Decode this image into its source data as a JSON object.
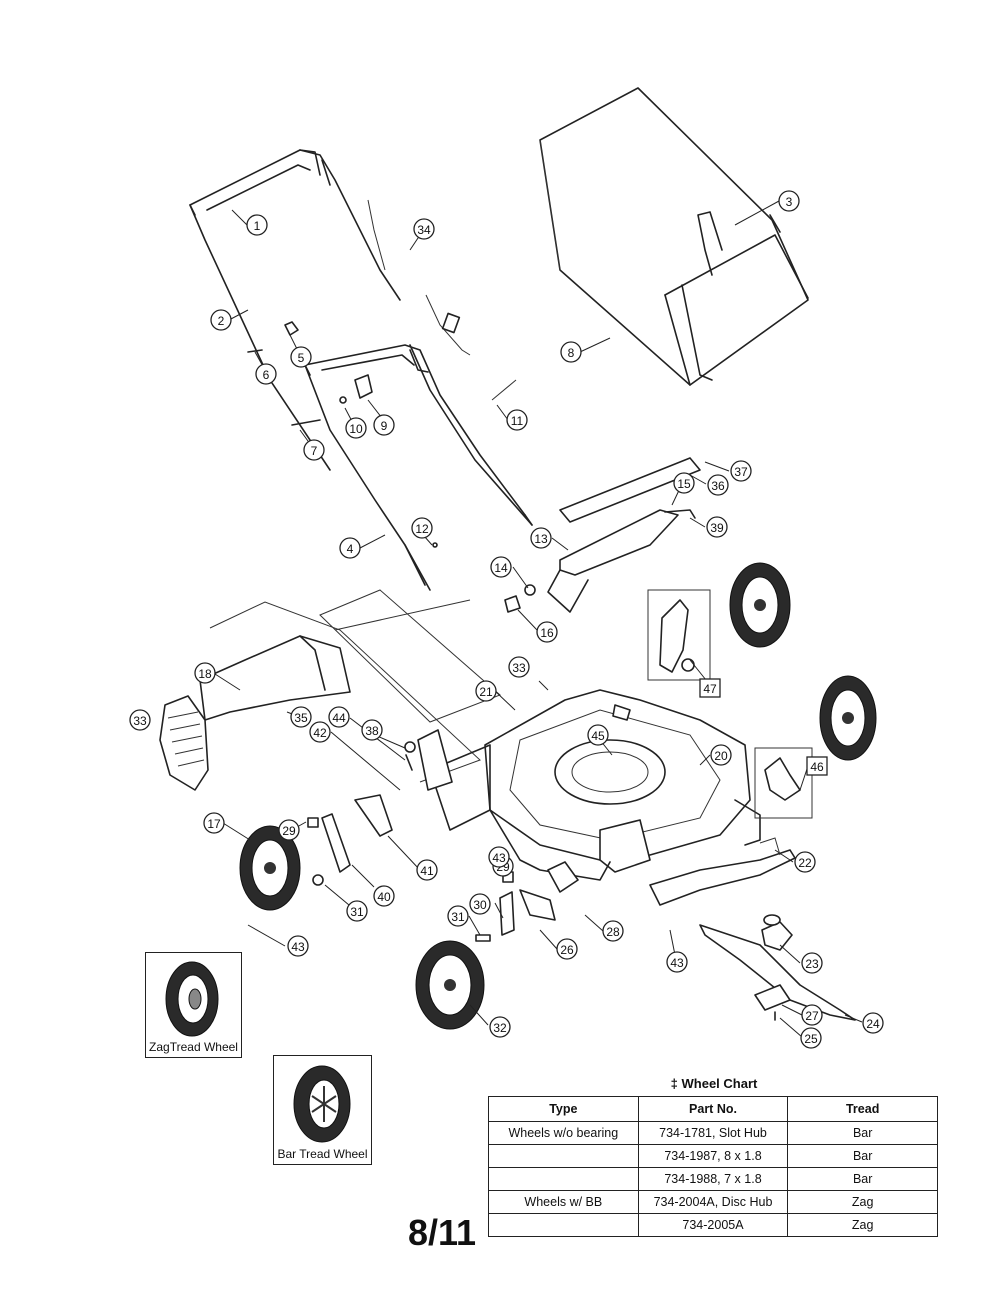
{
  "callouts": [
    "1",
    "2",
    "3",
    "4",
    "5",
    "6",
    "7",
    "8",
    "9",
    "10",
    "11",
    "12",
    "13",
    "14",
    "15",
    "16",
    "17",
    "18",
    "20",
    "21",
    "22",
    "23",
    "24",
    "25",
    "26",
    "27",
    "28",
    "29",
    "29",
    "30",
    "31",
    "31",
    "32",
    "33",
    "33",
    "34",
    "35",
    "36",
    "37",
    "38",
    "39",
    "40",
    "41",
    "42",
    "43",
    "43",
    "43",
    "44",
    "45",
    "46",
    "47"
  ],
  "thumbnails": {
    "zag": "ZagTread Wheel",
    "bar": "Bar Tread Wheel"
  },
  "wheel_chart": {
    "title": "‡ Wheel Chart",
    "headers": [
      "Type",
      "Part No.",
      "Tread"
    ],
    "rows": [
      [
        "Wheels w/o bearing",
        "734-1781, Slot Hub",
        "Bar"
      ],
      [
        "",
        "734-1987, 8 x 1.8",
        "Bar"
      ],
      [
        "",
        "734-1988, 7 x 1.8",
        "Bar"
      ],
      [
        "Wheels w/ BB",
        "734-2004A, Disc Hub",
        "Zag"
      ],
      [
        "",
        "734-2005A",
        "Zag"
      ]
    ]
  },
  "page_number": "8/11"
}
